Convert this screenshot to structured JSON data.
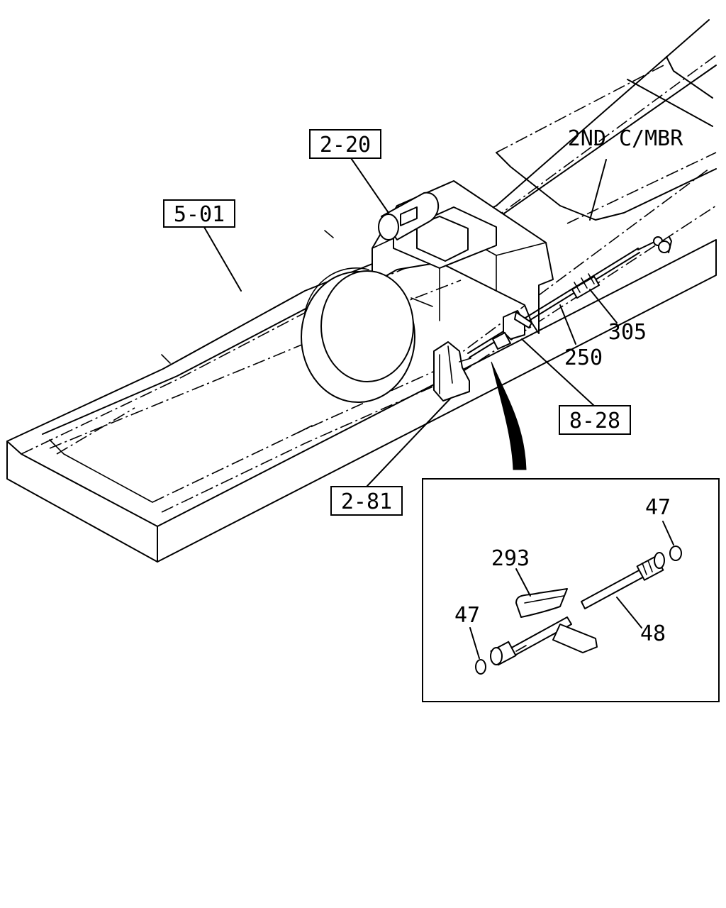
{
  "callouts": {
    "ref_2_20": "2-20",
    "ref_5_01": "5-01",
    "ref_8_28": "8-28",
    "ref_2_81": "2-81",
    "member_label": "2ND C/MBR",
    "part_305": "305",
    "part_250": "250"
  },
  "detail": {
    "part_47_top": "47",
    "part_293": "293",
    "part_47_left": "47",
    "part_48": "48"
  }
}
